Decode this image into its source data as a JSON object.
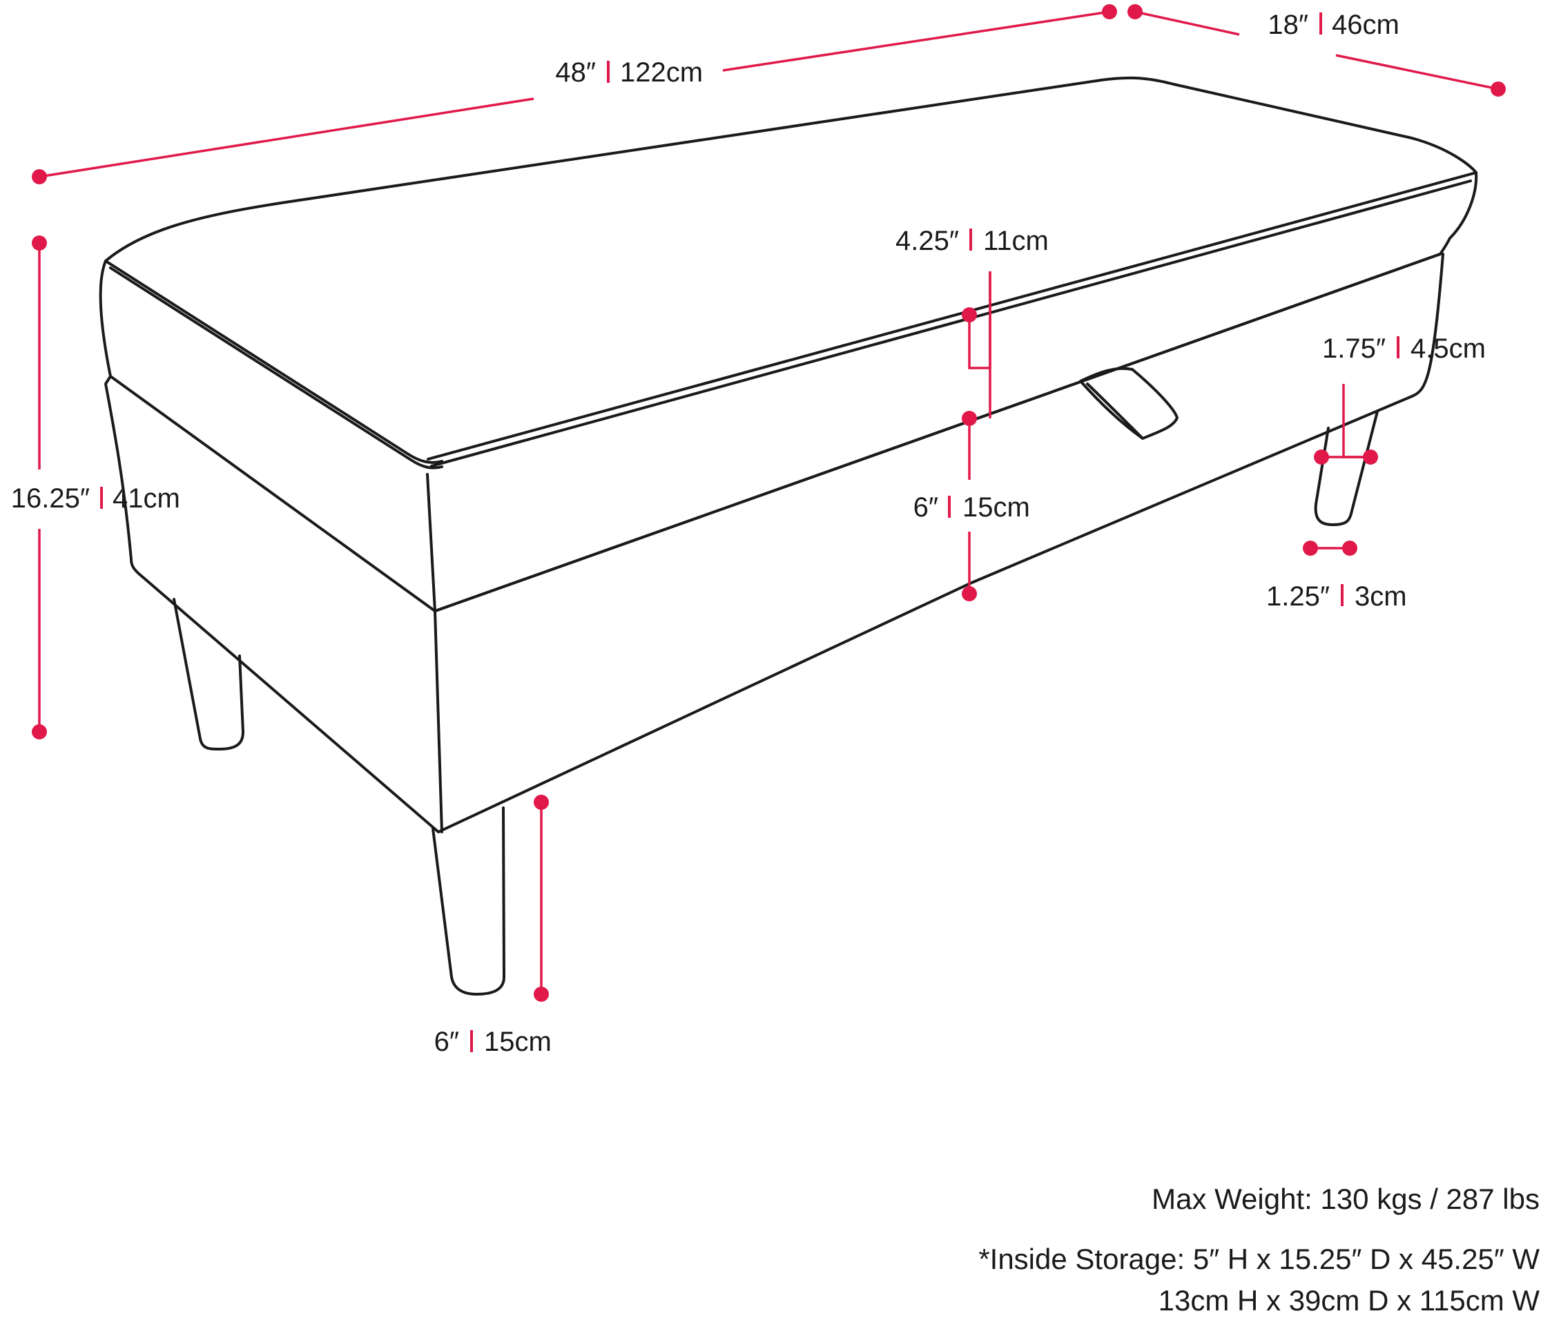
{
  "colors": {
    "dimension": "#e0194a",
    "outline": "#1a1a1a",
    "background": "#ffffff"
  },
  "dimensions": {
    "width": {
      "in": "48″",
      "cm": "122cm"
    },
    "depth": {
      "in": "18″",
      "cm": "46cm"
    },
    "height": {
      "in": "16.25″",
      "cm": "41cm"
    },
    "lid": {
      "in": "4.25″",
      "cm": "11cm"
    },
    "base": {
      "in": "6″",
      "cm": "15cm"
    },
    "leg_height": {
      "in": "6″",
      "cm": "15cm"
    },
    "leg_depth": {
      "in": "1.75″",
      "cm": "4.5cm"
    },
    "leg_width": {
      "in": "1.25″",
      "cm": "3cm"
    }
  },
  "notes": {
    "max_weight": "Max Weight: 130 kgs / 287 lbs",
    "storage_imperial": "*Inside Storage: 5″ H x 15.25″ D x 45.25″ W",
    "storage_metric": "13cm H x 39cm D x 115cm W"
  }
}
